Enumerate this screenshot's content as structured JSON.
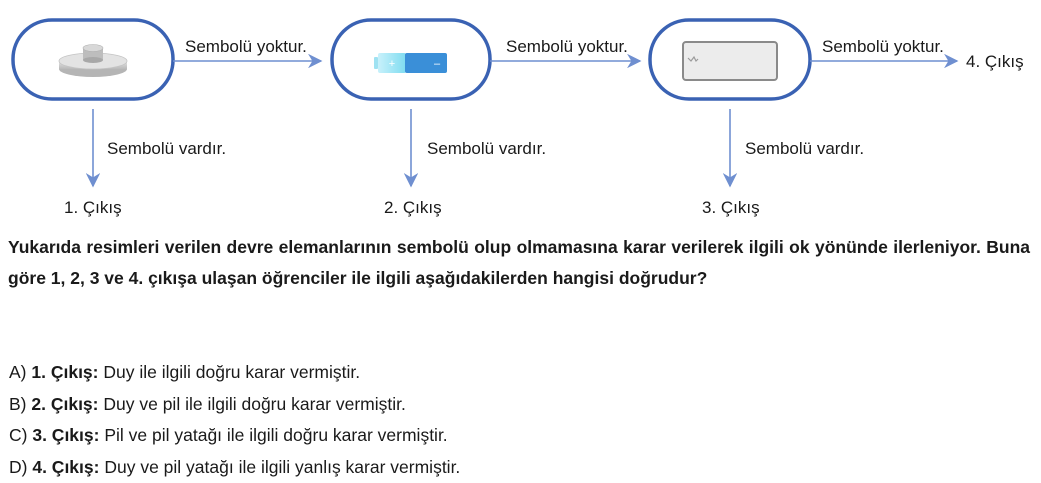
{
  "diagram": {
    "flow_labels": {
      "no_symbol_1": "Sembolü yoktur.",
      "no_symbol_2": "Sembolü yoktur.",
      "no_symbol_3": "Sembolü yoktur.",
      "has_symbol_1": "Sembolü vardır.",
      "has_symbol_2": "Sembolü vardır.",
      "has_symbol_3": "Sembolü vardır."
    },
    "exits": {
      "exit_1": "1. Çıkış",
      "exit_2": "2. Çıkış",
      "exit_3": "3. Çıkış",
      "exit_4": "4. Çıkış"
    },
    "battery_signs": {
      "plus": "+",
      "minus": "–"
    },
    "colors": {
      "frame_blue": "#3a62b3",
      "arrow_blue": "#6f8fd0",
      "battery_cyan": "#7fdcf0",
      "battery_blue": "#3a8fd8"
    }
  },
  "question": {
    "text": "Yukarıda resimleri verilen devre elemanlarının sembolü olup olmamasına karar verilerek ilgili ok yönünde ilerleniyor. Buna göre 1, 2, 3 ve 4. çıkışa ulaşan öğrenciler ile ilgili aşağıdakilerden hangisi doğrudur?"
  },
  "options": [
    {
      "letter": "A)",
      "exit": "1. Çıkış:",
      "text": "Duy ile ilgili doğru karar vermiştir."
    },
    {
      "letter": "B)",
      "exit": "2. Çıkış:",
      "text": "Duy ve pil ile ilgili doğru karar vermiştir."
    },
    {
      "letter": "C)",
      "exit": "3. Çıkış:",
      "text": "Pil ve pil yatağı ile ilgili doğru karar vermiştir."
    },
    {
      "letter": "D)",
      "exit": "4. Çıkış:",
      "text": "Duy ve pil yatağı ile ilgili yanlış karar vermiştir."
    }
  ]
}
